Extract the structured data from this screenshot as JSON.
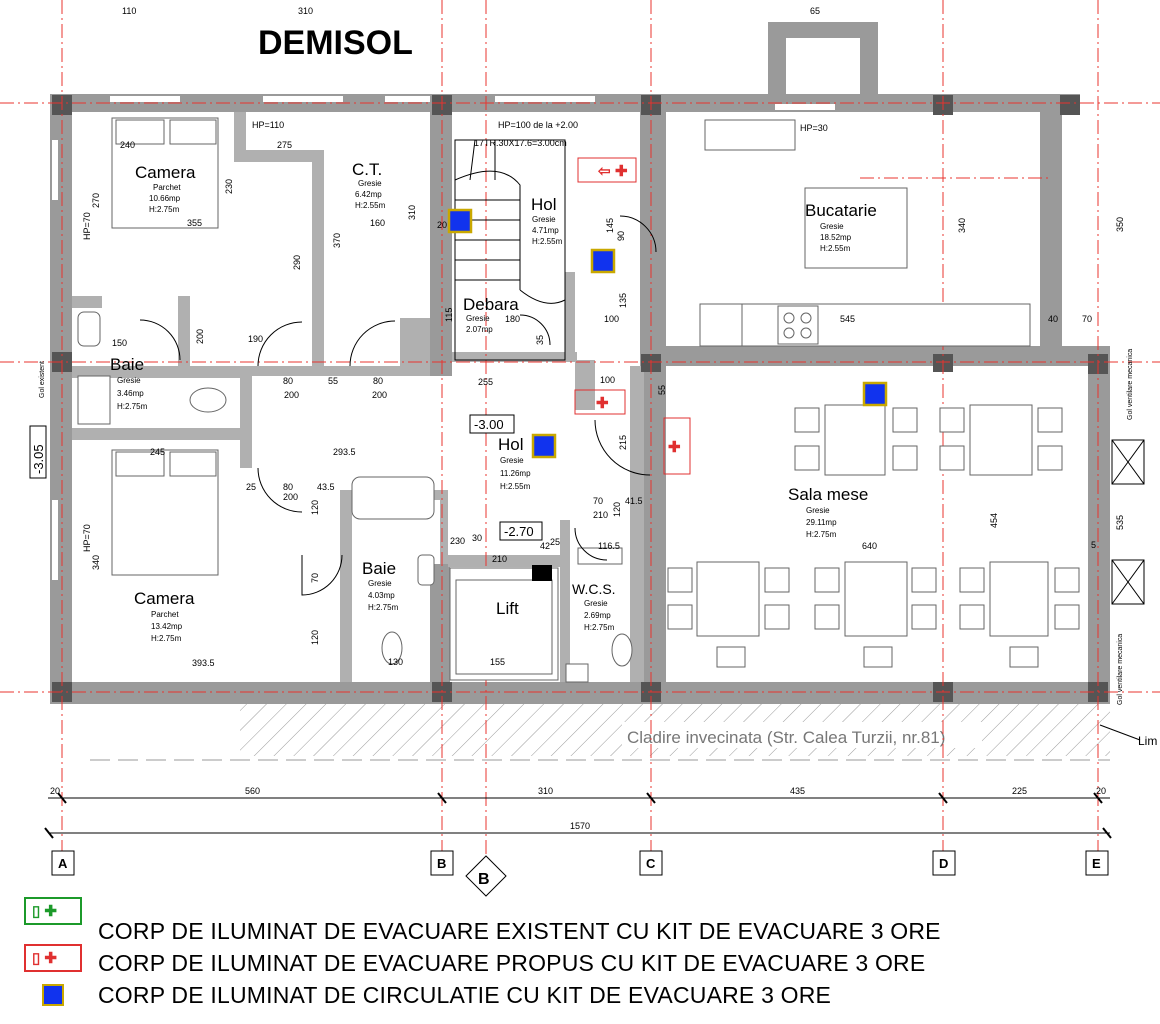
{
  "title": "DEMISOL",
  "level_main": "-3.05",
  "level_hall": "-3.00",
  "level_lift": "-2.70",
  "neighbor_label": "Cladire invecinata (Str. Calea Turzii, nr.81)",
  "cut_label": "Lim",
  "vent_label": "Gol ventilare mecanica",
  "vent_label_left": "Gol existent",
  "rooms": [
    {
      "name": "Camera",
      "finish": "Parchet",
      "area": "10.66mp",
      "height": "H:2.75m"
    },
    {
      "name": "C.T.",
      "finish": "Gresie",
      "area": "6.42mp",
      "height": "H:2.55m"
    },
    {
      "name": "Hol",
      "finish": "Gresie",
      "area": "4.71mp",
      "height": "H:2.55m"
    },
    {
      "name": "Bucatarie",
      "finish": "Gresie",
      "area": "18.52mp",
      "height": "H:2.55m"
    },
    {
      "name": "Debara",
      "finish": "Gresie",
      "area": "2.07mp",
      "height": ""
    },
    {
      "name": "Baie",
      "finish": "Gresie",
      "area": "3.46mp",
      "height": "H:2.75m"
    },
    {
      "name": "Hol",
      "finish": "Gresie",
      "area": "11.26mp",
      "height": "H:2.55m"
    },
    {
      "name": "Sala mese",
      "finish": "Gresie",
      "area": "29.11mp",
      "height": "H:2.75m"
    },
    {
      "name": "Camera",
      "finish": "Parchet",
      "area": "13.42mp",
      "height": "H:2.75m"
    },
    {
      "name": "Baie",
      "finish": "Gresie",
      "area": "4.03mp",
      "height": "H:2.75m"
    },
    {
      "name": "Lift",
      "finish": "",
      "area": "",
      "height": ""
    },
    {
      "name": "W.C.S.",
      "finish": "Gresie",
      "area": "2.69mp",
      "height": "H:2.75m"
    }
  ],
  "hp_labels": [
    "HP=110",
    "HP=30",
    "HP=100 de la +2.00",
    "17TR.30X17.6=3.00cm",
    "HP=70",
    "HP=70"
  ],
  "dims_top": [
    "110",
    "310",
    "65"
  ],
  "dims_interior": [
    "240",
    "275",
    "355",
    "160",
    "370",
    "310",
    "290",
    "190",
    "150",
    "200",
    "80",
    "55",
    "80",
    "255",
    "100",
    "545",
    "40",
    "70",
    "200",
    "200",
    "245",
    "293.5",
    "25",
    "80",
    "43.5",
    "200",
    "120",
    "70",
    "120",
    "393.5",
    "130",
    "155",
    "210",
    "42",
    "25",
    "116.5",
    "210",
    "70",
    "41.5",
    "640",
    "454",
    "350",
    "535",
    "120",
    "135",
    "145",
    "90",
    "215",
    "55",
    "30",
    "5",
    "340",
    "230",
    "180",
    "115",
    "35",
    "20",
    "270",
    "340",
    "230",
    "100"
  ],
  "dims_bottom": [
    "20",
    "560",
    "310",
    "435",
    "225",
    "20"
  ],
  "dim_total": "1570",
  "axes": [
    "A",
    "B",
    "C",
    "D",
    "E"
  ],
  "axis_section": "B",
  "legend": [
    {
      "type": "existing",
      "text": "CORP DE ILUMINAT DE EVACUARE EXISTENT CU KIT DE EVACUARE 3 ORE",
      "color": "#1c9a2a"
    },
    {
      "type": "proposed",
      "text": "CORP DE ILUMINAT DE EVACUARE PROPUS CU KIT DE EVACUARE 3 ORE",
      "color": "#e03030"
    },
    {
      "type": "circulation",
      "text": "CORP DE ILUMINAT DE CIRCULATIE CU KIT DE EVACUARE 3 ORE",
      "color": "#1133ee"
    }
  ],
  "colors": {
    "wall": "#9a9a9a",
    "grid": "#e8342f",
    "evac_existing": "#1c9a2a",
    "evac_proposed": "#e03030",
    "circulation": "#1133ee"
  }
}
